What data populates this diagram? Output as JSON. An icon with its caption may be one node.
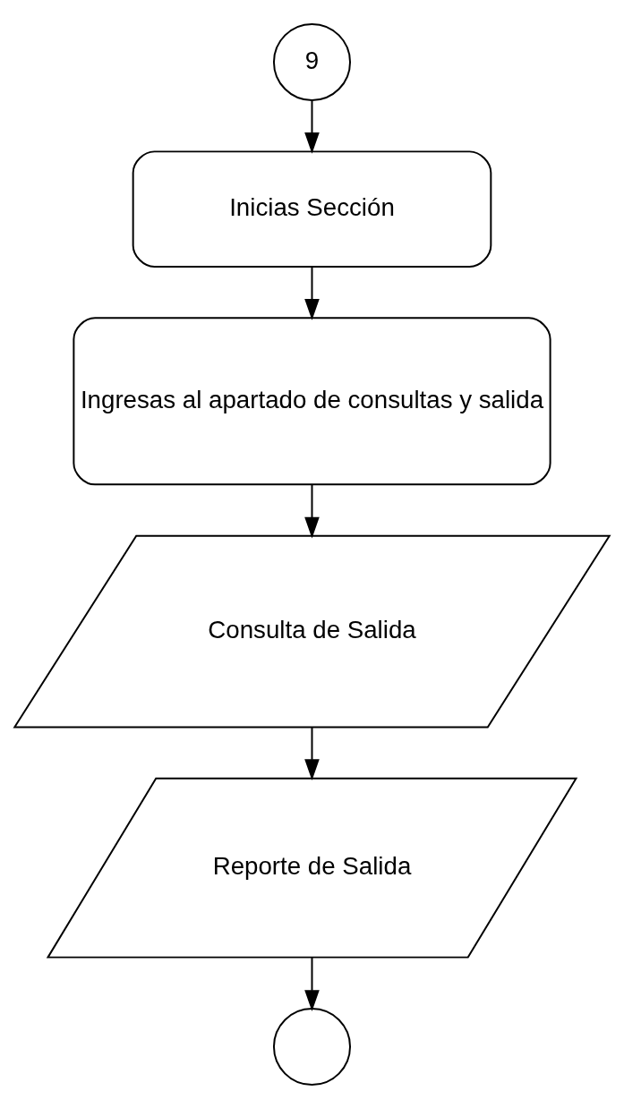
{
  "diagram": {
    "nodes": [
      {
        "text": [
          "9"
        ]
      },
      {
        "text": [
          "Inicias Sección"
        ]
      },
      {
        "text": [
          "Ingresas al apartado de consultas y salida"
        ]
      },
      {
        "text": [
          "Consulta de Salida"
        ]
      },
      {
        "text": [
          "Reporte de Salida"
        ]
      },
      {
        "text": [],
        "shape": "circle"
      }
    ],
    "edges": [
      {
        "from": 0,
        "to": 1,
        "arrow": "to"
      },
      {
        "from": 1,
        "to": 2,
        "arrow": "to"
      },
      {
        "from": 2,
        "to": 3,
        "arrow": "to"
      },
      {
        "from": 3,
        "to": 4,
        "arrow": "to"
      },
      {
        "from": 4,
        "to": 5,
        "arrow": "to"
      }
    ]
  }
}
